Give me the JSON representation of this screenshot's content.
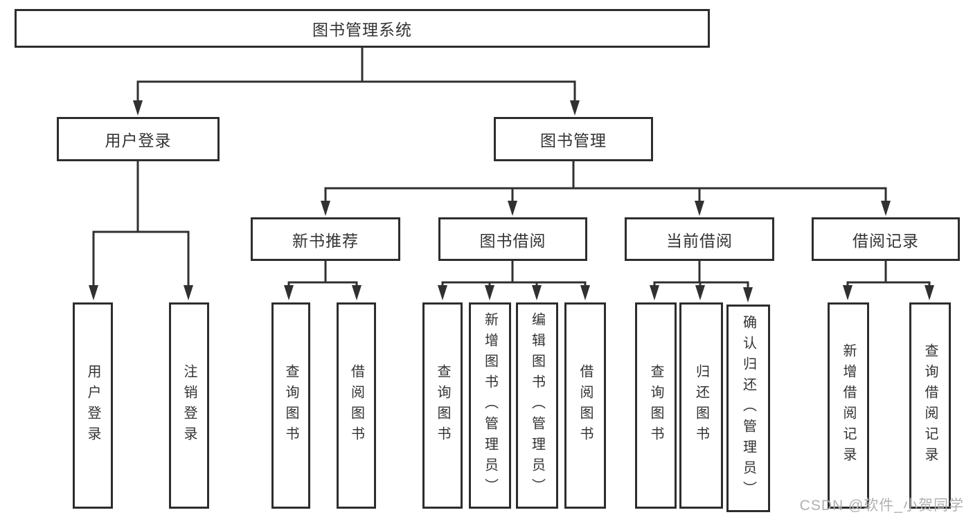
{
  "title": "图书管理系统",
  "watermark": "CSDN @软件_小贺同学",
  "colors": {
    "line": "#303030",
    "box_border": "#2d2d2d",
    "text": "#333333",
    "background": "#ffffff",
    "watermark": "#b0b0b0"
  },
  "nodes": {
    "root": {
      "label": "图书管理系统"
    },
    "user_login": {
      "label": "用户登录"
    },
    "book_mgmt": {
      "label": "图书管理"
    },
    "new_book": {
      "label": "新书推荐"
    },
    "book_borrow": {
      "label": "图书借阅"
    },
    "current_borrow": {
      "label": "当前借阅"
    },
    "borrow_records": {
      "label": "借阅记录"
    },
    "ul_login": {
      "label": "用户登录"
    },
    "ul_logout": {
      "label": "注销登录"
    },
    "nb_query": {
      "label": "查询图书"
    },
    "nb_borrow": {
      "label": "借阅图书"
    },
    "bb_query": {
      "label": "查询图书"
    },
    "bb_add": {
      "label": "新增图书（管理员）"
    },
    "bb_edit": {
      "label": "编辑图书（管理员）"
    },
    "bb_borrow": {
      "label": "借阅图书"
    },
    "cb_query": {
      "label": "查询图书"
    },
    "cb_return": {
      "label": "归还图书"
    },
    "cb_confirm": {
      "label": "确认归还（管理员）"
    },
    "br_add": {
      "label": "新增借阅记录"
    },
    "br_query": {
      "label": "查询借阅记录"
    }
  },
  "hierarchy": {
    "图书管理系统": {
      "用户登录": [
        "用户登录",
        "注销登录"
      ],
      "图书管理": {
        "新书推荐": [
          "查询图书",
          "借阅图书"
        ],
        "图书借阅": [
          "查询图书",
          "新增图书（管理员）",
          "编辑图书（管理员）",
          "借阅图书"
        ],
        "当前借阅": [
          "查询图书",
          "归还图书",
          "确认归还（管理员）"
        ],
        "借阅记录": [
          "新增借阅记录",
          "查询借阅记录"
        ]
      }
    }
  }
}
